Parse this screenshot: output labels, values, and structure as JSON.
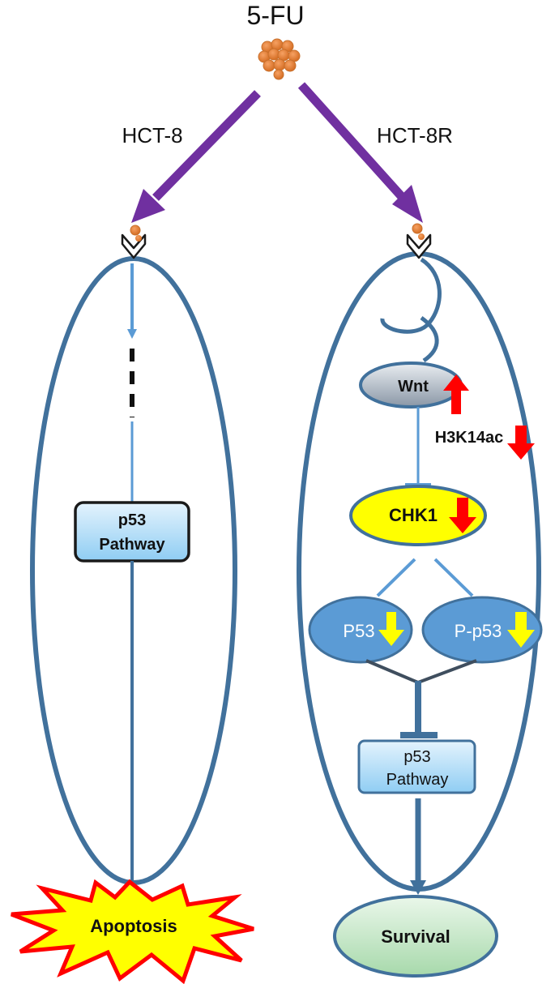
{
  "drug": {
    "label": "5-FU"
  },
  "cell_lines": {
    "left": "HCT-8",
    "right": "HCT-8R"
  },
  "left_cell": {
    "pathway_line1": "p53",
    "pathway_line2": "Pathway",
    "outcome": "Apoptosis"
  },
  "right_cell": {
    "wnt": "Wnt",
    "wnt_change": "up",
    "histone_mark": "H3K14ac",
    "histone_change": "down",
    "chk1": "CHK1",
    "chk1_change": "down",
    "p53": "P53",
    "p53_change": "down",
    "pp53": "P-p53",
    "pp53_change": "down",
    "pathway_line1": "p53",
    "pathway_line2": "Pathway",
    "outcome": "Survival"
  },
  "colors": {
    "membrane": "#41719c",
    "drug_arrow": "#7030a0",
    "drug_particles": "#e07b39",
    "arrow_red": "#ff0000",
    "arrow_yellow": "#ffff00",
    "chk1_fill": "#ffff00",
    "apoptosis_fill": "#ffff00",
    "apoptosis_stroke": "#ff0000",
    "survival_fill": "#c6efce"
  }
}
